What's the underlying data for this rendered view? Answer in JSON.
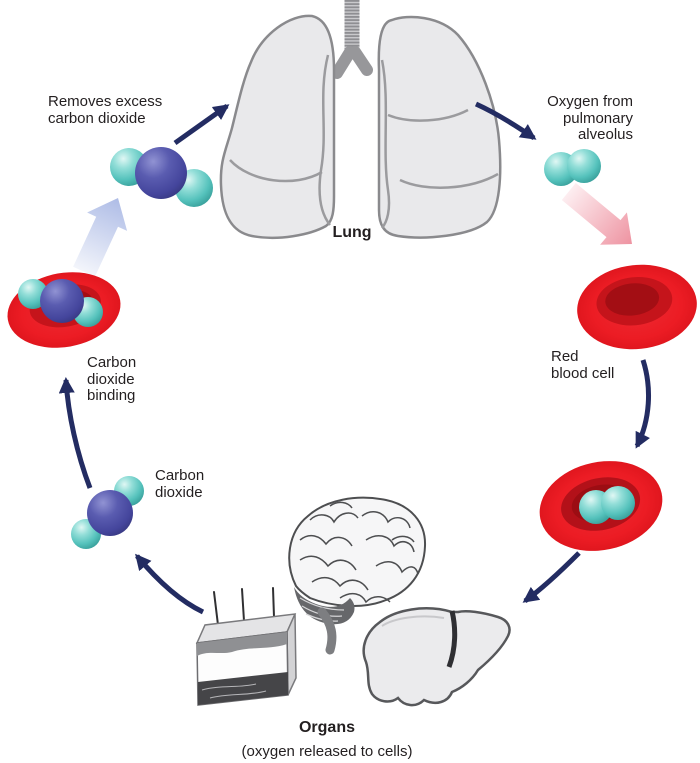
{
  "diagram": {
    "labels": {
      "removes_excess_co2": "Removes excess\ncarbon dioxide",
      "oxygen_from_alveolus": "Oxygen from\npulmonary\nalveolus",
      "lung": "Lung",
      "red_blood_cell": "Red\nblood cell",
      "carbon_dioxide_binding": "Carbon\ndioxide\nbinding",
      "carbon_dioxide": "Carbon\ndioxide",
      "organs": "Organs",
      "organs_note": "(oxygen released to cells)"
    },
    "illustrations": [
      "trachea-icon",
      "lung-icon",
      "co2-molecule-icon",
      "o2-molecule-icon",
      "red-blood-cell-icon",
      "brain-icon",
      "skin-icon",
      "liver-icon",
      "navy-arrow-icon",
      "exhale-block-arrow-icon",
      "oxygen-block-arrow-icon"
    ],
    "colors": {
      "text": "#231f20",
      "arrow_navy": "#232c62",
      "arrow_light_blue": "#aebce6",
      "arrow_pink": "#ee93a1",
      "red_blood_cell": "#ec1c24",
      "red_blood_cell_center": "#a30e14",
      "oxygen_teal": "#5fc8c2",
      "carbon_blue": "#45479e",
      "lung_gray": "#e9e9eb",
      "organ_outline_gray": "#4d4e50"
    }
  }
}
